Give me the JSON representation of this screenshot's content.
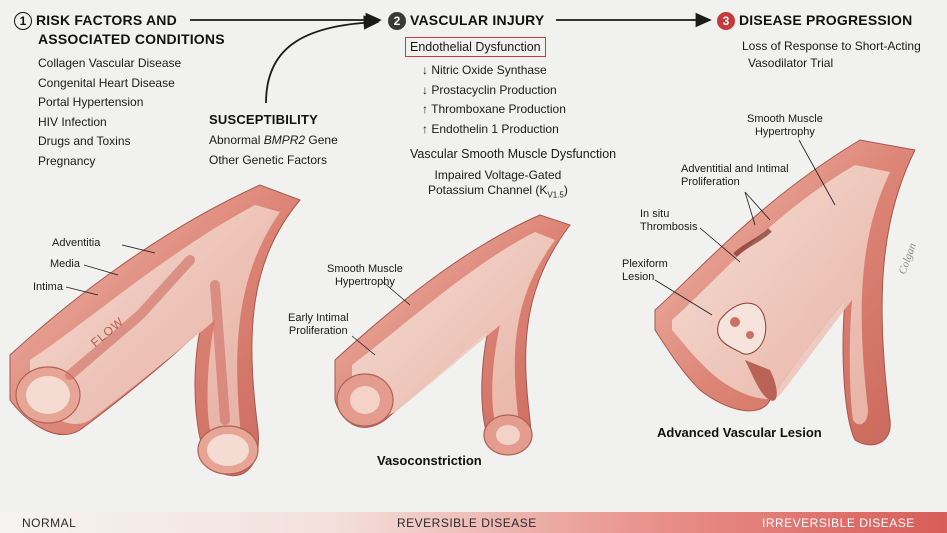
{
  "col1": {
    "number": "1",
    "title_line1": "RISK FACTORS AND",
    "title_line2": "ASSOCIATED CONDITIONS",
    "items": [
      "Collagen Vascular Disease",
      "Congenital Heart Disease",
      "Portal Hypertension",
      "HIV Infection",
      "Drugs and Toxins",
      "Pregnancy"
    ]
  },
  "susceptibility": {
    "title": "SUSCEPTIBILITY",
    "item1_pre": "Abnormal ",
    "item1_gene": "BMPR2",
    "item1_post": " Gene",
    "item2": "Other Genetic Factors"
  },
  "col2": {
    "number": "2",
    "title": "VASCULAR INJURY",
    "endothelial": "Endothelial Dysfunction",
    "changes": [
      {
        "dir": "↓",
        "text": "Nitric Oxide Synthase"
      },
      {
        "dir": "↓",
        "text": "Prostacyclin Production"
      },
      {
        "dir": "↑",
        "text": "Thromboxane Production"
      },
      {
        "dir": "↑",
        "text": "Endothelin 1 Production"
      }
    ],
    "smooth": "Vascular Smooth Muscle Dysfunction",
    "channel_line1": "Impaired Voltage-Gated",
    "channel_line2": "Potassium Channel (K",
    "channel_sub": "V1.5",
    "channel_end": ")"
  },
  "col3": {
    "number": "3",
    "title": "DISEASE PROGRESSION",
    "line1": "Loss of Response to Short-Acting",
    "line2": "Vasodilator Trial"
  },
  "normal_labels": {
    "adventitia": "Adventitia",
    "media": "Media",
    "intima": "Intima",
    "flow": "FLOW"
  },
  "reversible_labels": {
    "smooth1": "Smooth Muscle",
    "smooth2": "Hypertrophy",
    "early1": "Early Intimal",
    "early2": "Proliferation",
    "caption": "Vasoconstriction"
  },
  "irreversible_labels": {
    "smooth1": "Smooth Muscle",
    "smooth2": "Hypertrophy",
    "adv1": "Adventitial and Intimal",
    "adv2": "Proliferation",
    "insitu1": "In situ",
    "insitu2": "Thrombosis",
    "plex1": "Plexiform",
    "plex2": "Lesion",
    "caption": "Advanced Vascular Lesion"
  },
  "bar": {
    "normal": "NORMAL",
    "reversible": "REVERSIBLE DISEASE",
    "irreversible": "IRREVERSIBLE DISEASE"
  },
  "colors": {
    "vessel_outer": "#e7a89a",
    "vessel_mid": "#d9756a",
    "vessel_inner": "#f3d6cc",
    "lumen": "#e49a8c",
    "border_red": "#cc3b3b"
  }
}
